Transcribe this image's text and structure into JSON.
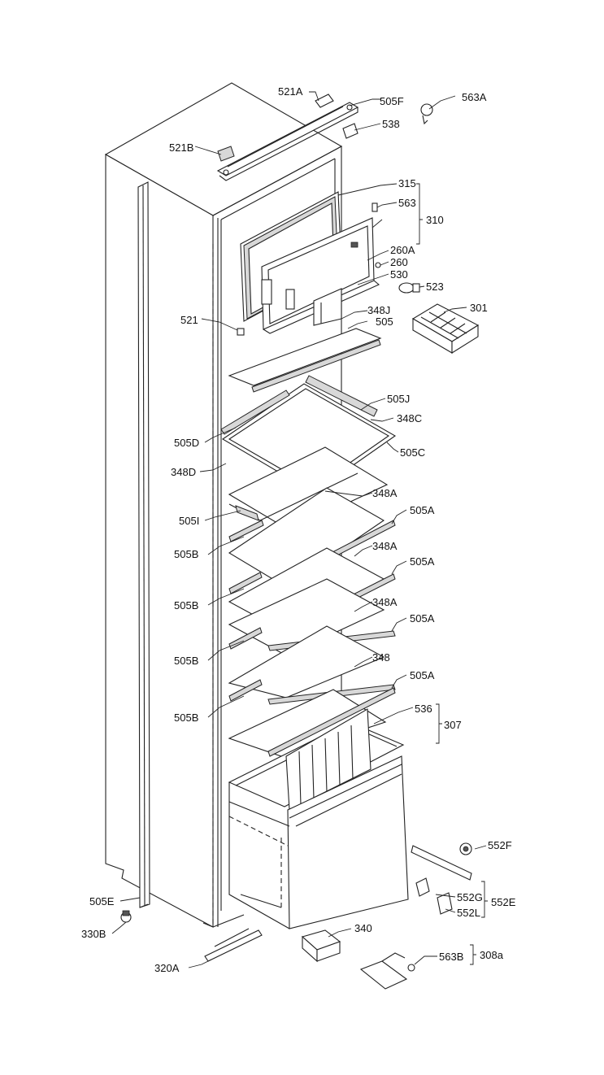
{
  "labels": {
    "p521A": "521A",
    "p505F": "505F",
    "p563A": "563A",
    "p538": "538",
    "p521B": "521B",
    "p315": "315",
    "p563": "563",
    "p310": "310",
    "p260A": "260A",
    "p260": "260",
    "p530": "530",
    "p523": "523",
    "p301": "301",
    "p521": "521",
    "p348J": "348J",
    "p505": "505",
    "p505J": "505J",
    "p348C": "348C",
    "p505D": "505D",
    "p505C": "505C",
    "p348D": "348D",
    "p348A_1": "348A",
    "p505I": "505I",
    "p505A_1": "505A",
    "p505B_1": "505B",
    "p348A_2": "348A",
    "p505A_2": "505A",
    "p505B_2": "505B",
    "p348A_3": "348A",
    "p505A_3": "505A",
    "p505B_3": "505B",
    "p348": "348",
    "p505A_4": "505A",
    "p505B_4": "505B",
    "p536": "536",
    "p307": "307",
    "p552F": "552F",
    "p552G": "552G",
    "p552E": "552E",
    "p552L": "552L",
    "p505E": "505E",
    "p330B": "330B",
    "p340": "340",
    "p563B": "563B",
    "p308a": "308a",
    "p320A": "320A"
  }
}
